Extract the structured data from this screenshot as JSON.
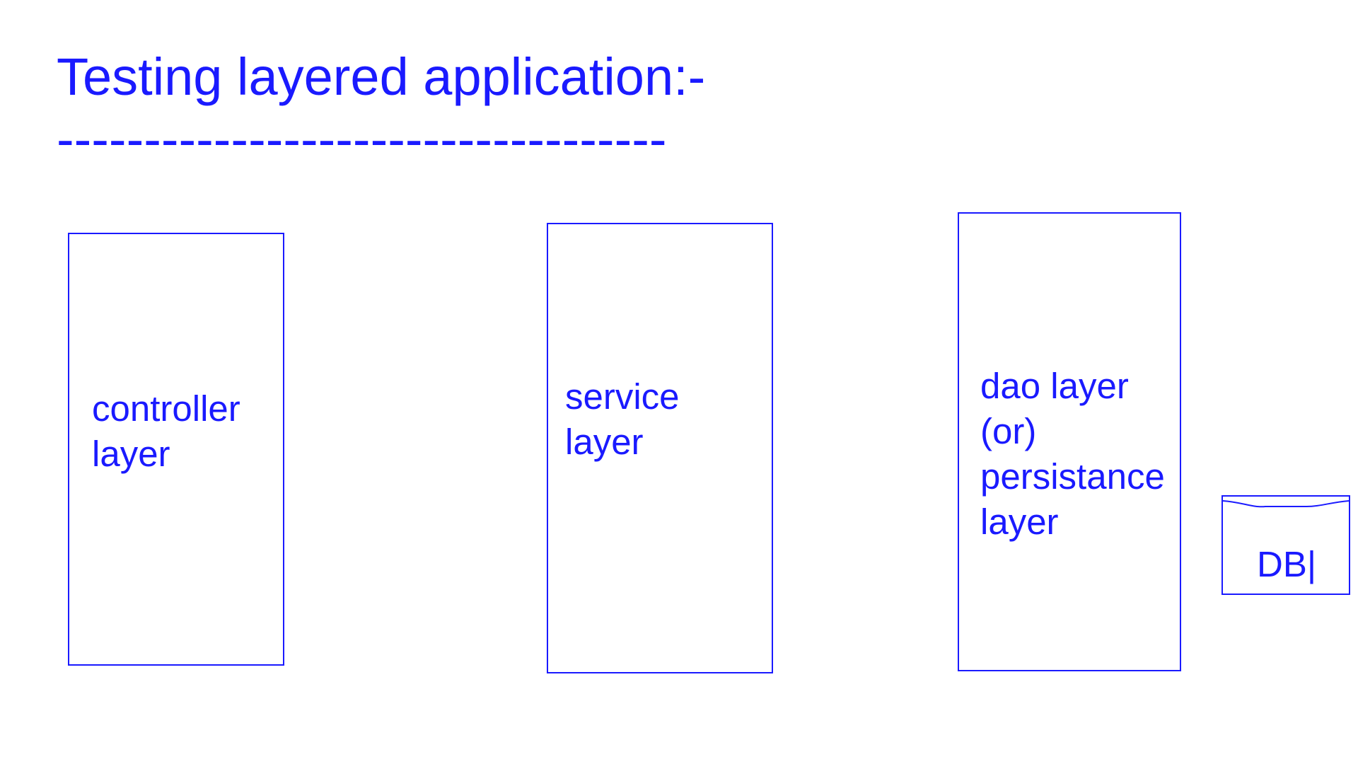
{
  "title": "Testing layered application:-",
  "underline": "-----------------------------------",
  "layers": [
    {
      "lines": [
        "controller",
        "layer"
      ]
    },
    {
      "lines": [
        "service",
        "layer"
      ]
    },
    {
      "lines": [
        "dao layer",
        "(or)",
        "persistance",
        "layer"
      ]
    }
  ],
  "db": {
    "label": "DB|"
  },
  "colors": {
    "ink": "#1a1aff",
    "background": "#ffffff"
  }
}
